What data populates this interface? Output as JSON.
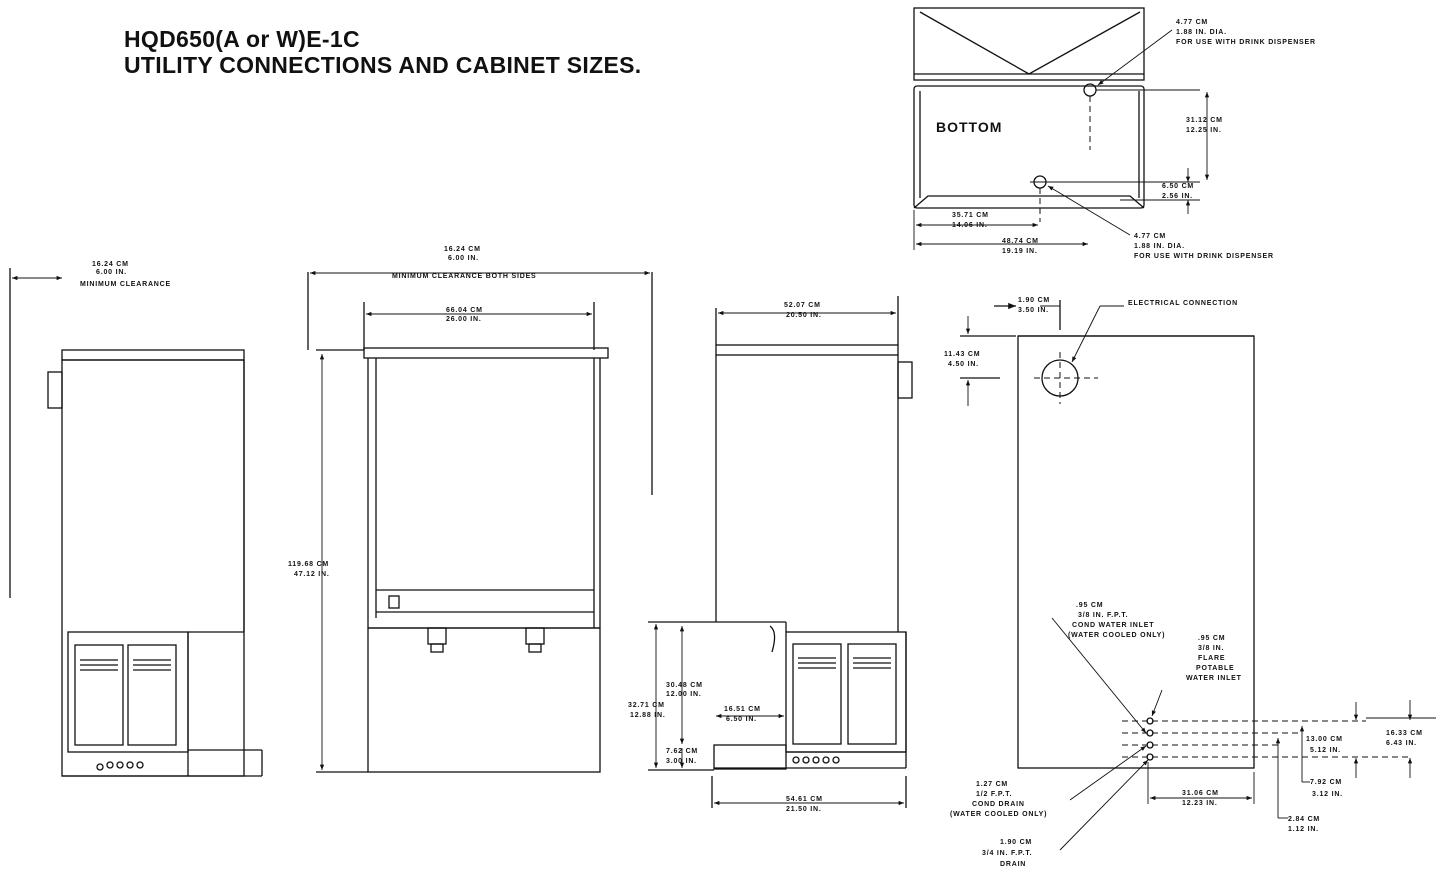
{
  "title": {
    "line1": "HQD650(A or W)E-1C",
    "line2": "UTILITY CONNECTIONS AND CABINET SIZES."
  },
  "bottom_view": {
    "label": "BOTTOM",
    "hole_top": [
      "4.77 CM",
      "1.88 IN. DIA.",
      "FOR USE WITH DRINK DISPENSER"
    ],
    "dim_right_a": [
      "31.12 CM",
      "12.25 IN."
    ],
    "dim_right_b": [
      "6.50 CM",
      "2.56 IN."
    ],
    "dim_bottom_a": [
      "35.71 CM",
      "14.06 IN."
    ],
    "dim_bottom_b": [
      "48.74 CM",
      "19.19 IN."
    ],
    "hole_bottom": [
      "4.77 CM",
      "1.88 IN. DIA.",
      "FOR USE WITH DRINK DISPENSER"
    ]
  },
  "side_view": {
    "clearance": [
      "16.24 CM",
      "6.00 IN.",
      "MINIMUM CLEARANCE"
    ]
  },
  "front_view": {
    "clearance": [
      "16.24 CM",
      "6.00 IN.",
      "MINIMUM CLEARANCE BOTH SIDES"
    ],
    "width": [
      "66.04 CM",
      "26.00 IN."
    ],
    "height": [
      "119.68 CM",
      "47.12 IN."
    ]
  },
  "side_view_2": {
    "width_top": [
      "52.07 CM",
      "20.50 IN."
    ],
    "dim_a": [
      "30.48 CM",
      "12.00 IN."
    ],
    "dim_b": [
      "32.71 CM",
      "12.88 IN."
    ],
    "dim_c": [
      "16.51 CM",
      "6.50 IN."
    ],
    "dim_d": [
      "7.62 CM",
      "3.00 IN."
    ],
    "width_bottom": [
      "54.61 CM",
      "21.50 IN."
    ]
  },
  "rear_view": {
    "dim_top": [
      "1.90 CM",
      "3.50 IN."
    ],
    "electrical": "ELECTRICAL CONNECTION",
    "dim_left": [
      "11.43 CM",
      "4.50 IN."
    ],
    "cond_inlet": [
      ".95 CM",
      "3/8 IN. F.P.T.",
      "COND WATER INLET",
      "(WATER COOLED ONLY)"
    ],
    "potable_inlet": [
      ".95 CM",
      "3/8 IN.",
      "FLARE",
      "POTABLE",
      "WATER INLET"
    ],
    "dim_r1": [
      "16.33 CM",
      "6.43 IN."
    ],
    "dim_r2": [
      "13.00 CM",
      "5.12 IN."
    ],
    "dim_r3": [
      "7.92 CM",
      "3.12 IN."
    ],
    "dim_r4": [
      "2.84 CM",
      "1.12 IN."
    ],
    "dim_bottom": [
      "31.06 CM",
      "12.23 IN."
    ],
    "cond_drain": [
      "1.27 CM",
      "1/2 F.P.T.",
      "COND DRAIN",
      "(WATER COOLED ONLY)"
    ],
    "drain": [
      "1.90 CM",
      "3/4 IN. F.P.T.",
      "DRAIN"
    ]
  }
}
